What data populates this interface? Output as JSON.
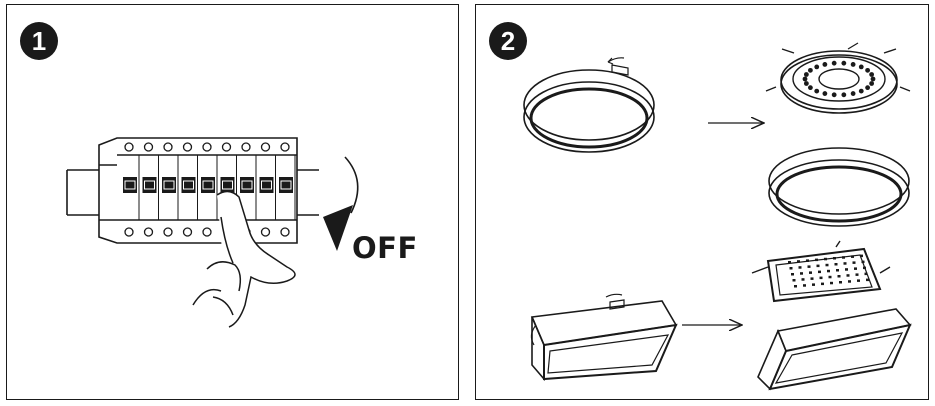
{
  "steps": [
    {
      "number": "1",
      "action_label": "OFF"
    },
    {
      "number": "2"
    }
  ],
  "colors": {
    "line": "#1a1a1a",
    "background": "#ffffff"
  },
  "icons": [
    "circuit-breaker-panel-icon",
    "hand-icon",
    "rotation-arrow-icon",
    "round-ceiling-light-icon",
    "mounting-plate-icon",
    "square-ceiling-light-icon"
  ]
}
